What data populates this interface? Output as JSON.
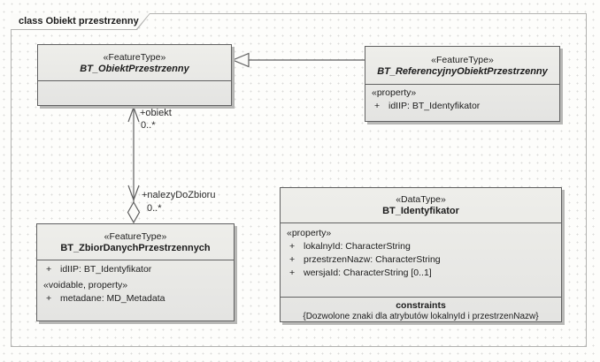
{
  "frame": {
    "label": "class Obiekt przestrzenny"
  },
  "colors": {
    "box_fill": "#e8e8e6",
    "box_border": "#616161",
    "box_shadow": "#b7b7b5",
    "connector_line": "#5f5f5f",
    "frame_border": "#b2b2b0"
  },
  "classes": {
    "obiekt": {
      "stereotype": "«FeatureType»",
      "name": "BT_ObiektPrzestrzenny"
    },
    "referencyjny": {
      "stereotype": "«FeatureType»",
      "name": "BT_ReferencyjnyObiektPrzestrzenny",
      "property_header": "«property»",
      "attrs": [
        {
          "vis": "+",
          "text": "idIIP: BT_Identyfikator"
        }
      ]
    },
    "zbior": {
      "stereotype": "«FeatureType»",
      "name": "BT_ZbiorDanychPrzestrzennych",
      "attrs": [
        {
          "vis": "+",
          "text": "idIIP: BT_Identyfikator"
        }
      ],
      "group_header": "«voidable, property»",
      "attrs2": [
        {
          "vis": "+",
          "text": "metadane: MD_Metadata"
        }
      ]
    },
    "identyfikator": {
      "stereotype": "«DataType»",
      "name": "BT_Identyfikator",
      "property_header": "«property»",
      "attrs": [
        {
          "vis": "+",
          "text": "lokalnyId: CharacterString"
        },
        {
          "vis": "+",
          "text": "przestrzenNazw: CharacterString"
        },
        {
          "vis": "+",
          "text": "wersjaId: CharacterString [0..1]"
        }
      ],
      "constraints_title": "constraints",
      "constraints_text": "{Dozwolone znaki dla atrybutów lokalnyId i przestrzenNazw}"
    }
  },
  "relations": {
    "aggregation": {
      "role_top": "+obiekt",
      "mult_top": "0..*",
      "role_bottom": "+nalezyDoZbioru",
      "mult_bottom": "0..*"
    }
  }
}
